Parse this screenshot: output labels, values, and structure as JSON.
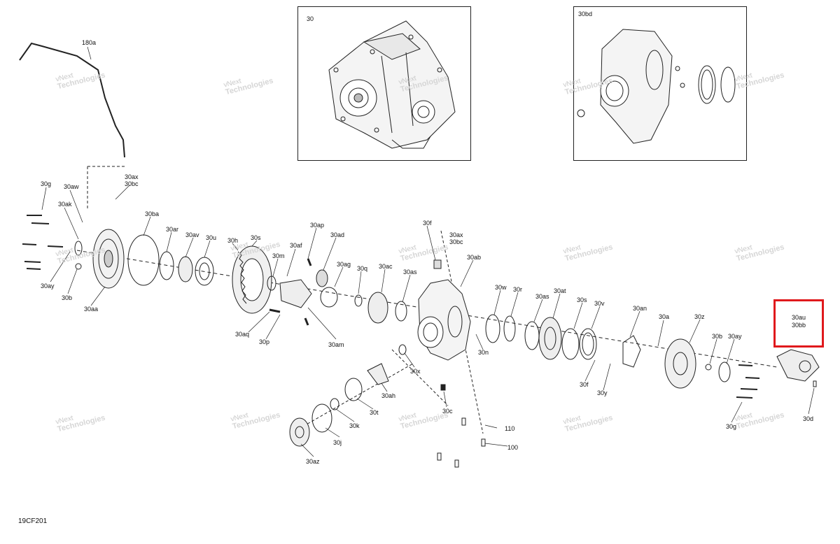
{
  "diagram": {
    "code": "19CF201",
    "insets": [
      {
        "id": "30",
        "label": "30"
      },
      {
        "id": "30bd",
        "label": "30bd"
      }
    ],
    "highlight": {
      "line1": "30au",
      "line2": "30bb"
    },
    "watermark": {
      "line1": "vNext",
      "line2": "Technologies"
    },
    "labels": [
      "180a",
      "30g",
      "30aw",
      "30ak",
      "30ax",
      "30bc",
      "30ba",
      "30ar",
      "30av",
      "30u",
      "30h",
      "30s",
      "30m",
      "30af",
      "30ap",
      "30ad",
      "30ag",
      "30q",
      "30ac",
      "30as",
      "30f",
      "30ax",
      "30bc",
      "30ab",
      "30w",
      "30r",
      "30as",
      "30at",
      "30s",
      "30v",
      "30an",
      "30a",
      "30z",
      "30b",
      "30ay",
      "30ay",
      "30b",
      "30aa",
      "30aq",
      "30p",
      "30am",
      "30n",
      "30f",
      "30y",
      "30x",
      "30ah",
      "30t",
      "30k",
      "30j",
      "30az",
      "30c",
      "110",
      "100",
      "30g",
      "30d"
    ]
  }
}
